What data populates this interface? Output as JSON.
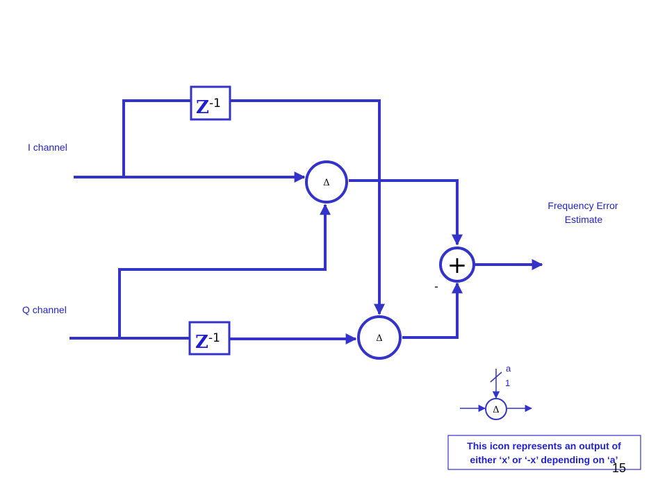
{
  "inputs": {
    "i_channel": "I channel",
    "q_channel": "Q channel"
  },
  "delay_block": {
    "symbol": "Z",
    "exponent": "-1"
  },
  "detector_symbol": "Δ",
  "summer": {
    "symbol": "+",
    "negative_sign": "-"
  },
  "output": {
    "line1": "Frequency Error",
    "line2": "Estimate"
  },
  "legend": {
    "control_label": "a",
    "bus_width": "1",
    "symbol": "Δ",
    "note_line1": "This icon represents an output of",
    "note_line2": "either ‘x’ or ‘-x’ depending on ‘a’"
  },
  "page_number": "15",
  "colors": {
    "line": "#3333cc",
    "text": "#1f1fd0"
  }
}
